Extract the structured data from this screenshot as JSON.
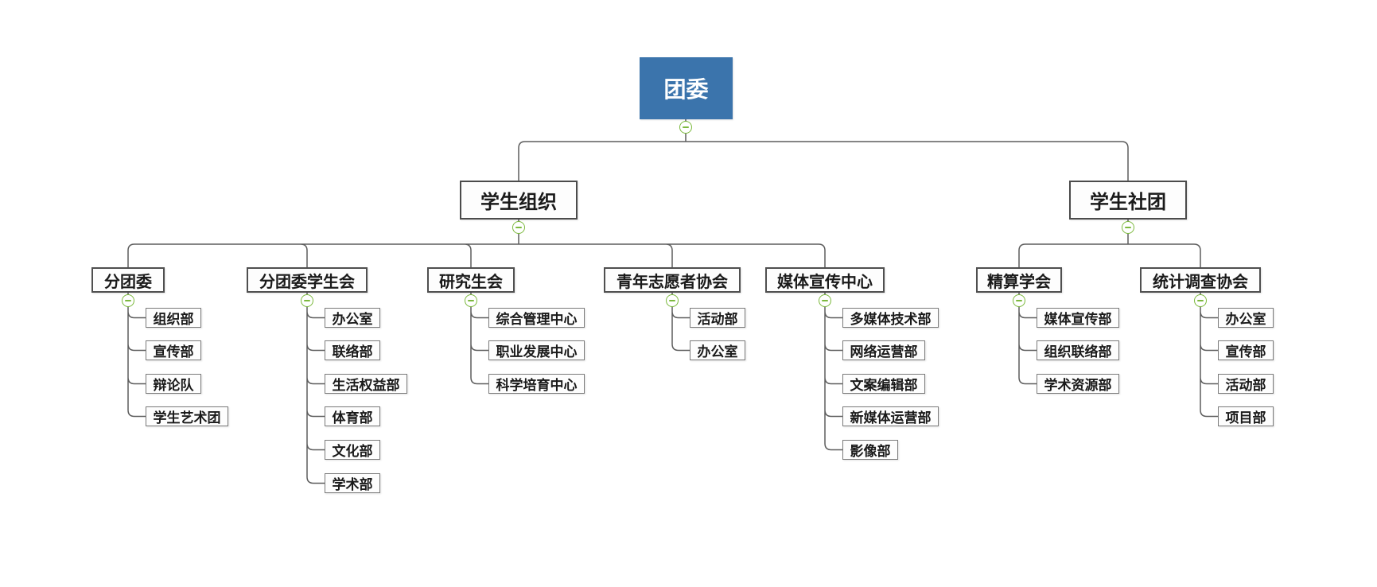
{
  "app": {
    "type": "org-chart-mindmap",
    "background": "#ffffff"
  },
  "colors": {
    "root_fill": "#3B74AC",
    "root_text": "#ffffff",
    "node_fill": "#fdfdfd",
    "node_border_dark": "#4b4b4b",
    "leaf_border": "#7b7b7b",
    "text": "#1a1a1a",
    "connector": "#5d5d5d",
    "collapse_green": "#7CB93E"
  },
  "tree": {
    "label": "团委",
    "children": [
      {
        "label": "学生组织",
        "children": [
          {
            "label": "分团委",
            "children": [
              {
                "label": "组织部"
              },
              {
                "label": "宣传部"
              },
              {
                "label": "辩论队"
              },
              {
                "label": "学生艺术团"
              }
            ]
          },
          {
            "label": "分团委学生会",
            "children": [
              {
                "label": "办公室"
              },
              {
                "label": "联络部"
              },
              {
                "label": "生活权益部"
              },
              {
                "label": "体育部"
              },
              {
                "label": "文化部"
              },
              {
                "label": "学术部"
              }
            ]
          },
          {
            "label": "研究生会",
            "children": [
              {
                "label": "综合管理中心"
              },
              {
                "label": "职业发展中心"
              },
              {
                "label": "科学培育中心"
              }
            ]
          },
          {
            "label": "青年志愿者协会",
            "children": [
              {
                "label": "活动部"
              },
              {
                "label": "办公室"
              }
            ]
          },
          {
            "label": "媒体宣传中心",
            "children": [
              {
                "label": "多媒体技术部"
              },
              {
                "label": "网络运营部"
              },
              {
                "label": "文案编辑部"
              },
              {
                "label": "新媒体运营部"
              },
              {
                "label": "影像部"
              }
            ]
          }
        ]
      },
      {
        "label": "学生社团",
        "children": [
          {
            "label": "精算学会",
            "children": [
              {
                "label": "媒体宣传部"
              },
              {
                "label": "组织联络部"
              },
              {
                "label": "学术资源部"
              }
            ]
          },
          {
            "label": "统计调查协会",
            "children": [
              {
                "label": "办公室"
              },
              {
                "label": "宣传部"
              },
              {
                "label": "活动部"
              },
              {
                "label": "项目部"
              }
            ]
          }
        ]
      }
    ]
  }
}
